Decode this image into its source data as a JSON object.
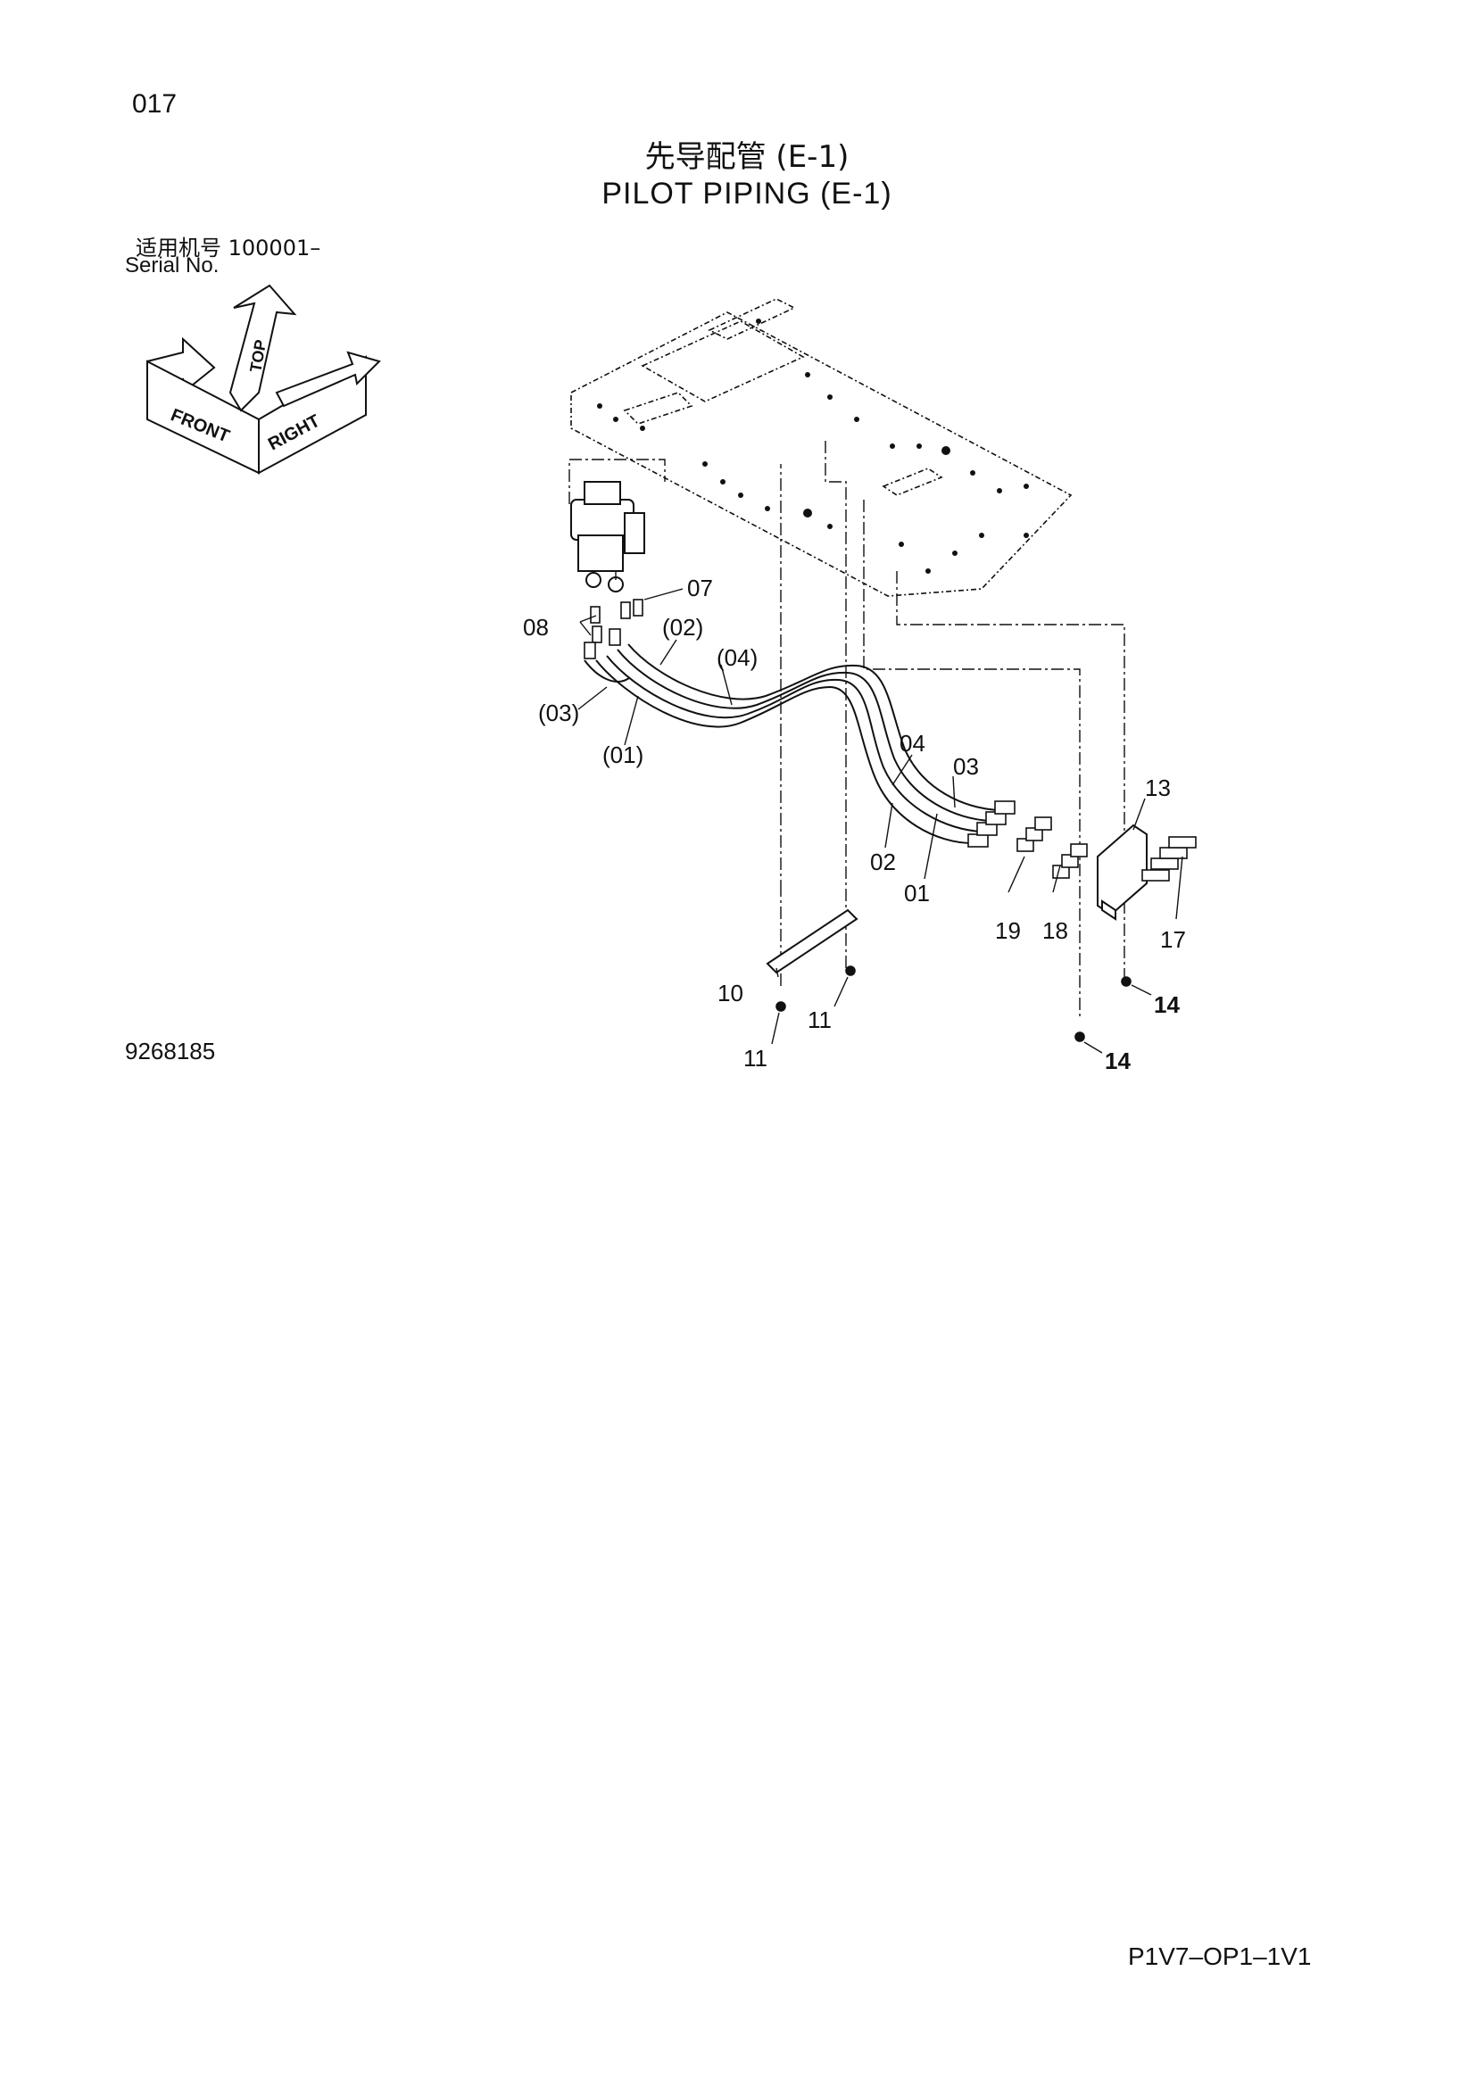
{
  "page": {
    "number": "017",
    "title_cn": "先导配管 (E-1)",
    "title_en": "PILOT  PIPING (E-1)",
    "serial_cn": "适用机号  100001–",
    "serial_en": "Serial No.",
    "drawing_number": "9268185",
    "doc_code": "P1V7–OP1–1V1"
  },
  "orientation": {
    "top": "TOP",
    "front": "FRONT",
    "right": "RIGHT"
  },
  "callouts": {
    "c07": "07",
    "c08": "08",
    "c02p": "(02)",
    "c04p": "(04)",
    "c03p": "(03)",
    "c01p": "(01)",
    "c04": "04",
    "c03": "03",
    "c02": "02",
    "c01": "01",
    "c13": "13",
    "c19": "19",
    "c18": "18",
    "c17": "17",
    "c10": "10",
    "c11a": "11",
    "c11b": "11",
    "c14a": "14",
    "c14b": "14"
  }
}
